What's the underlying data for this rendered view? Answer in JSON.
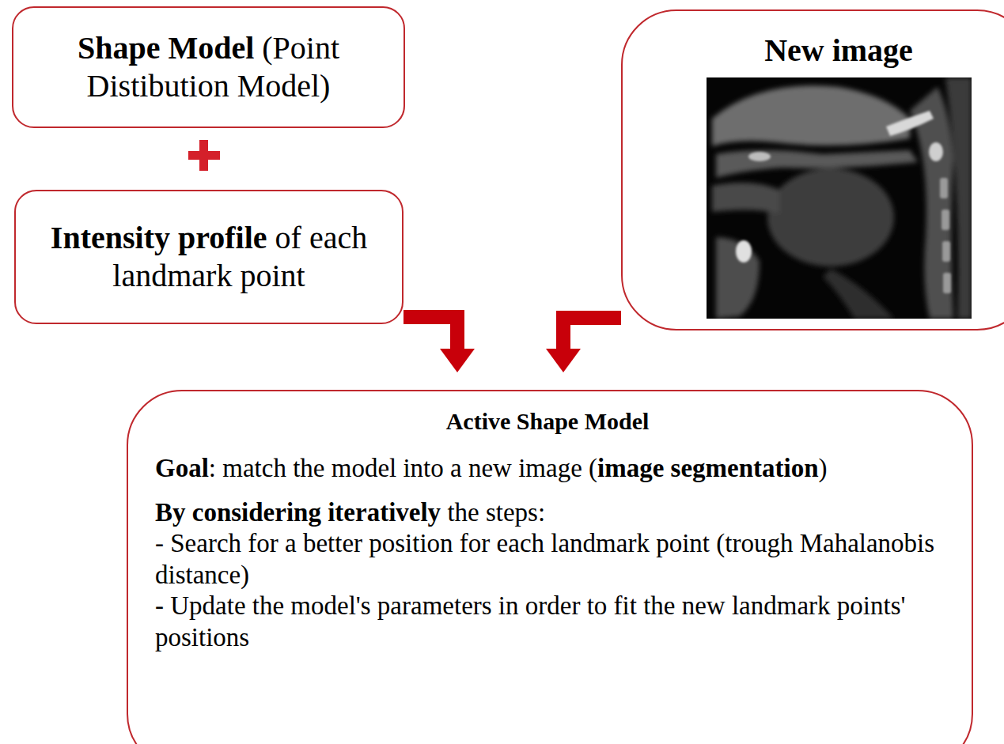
{
  "diagram": {
    "nodes": [
      {
        "text": [
          "Shape Model",
          "(Point Distibution Model)"
        ]
      },
      {
        "text": [
          "Intensity profile",
          "of each landmark point"
        ]
      },
      {
        "text": [
          "New image"
        ]
      },
      {
        "text": [
          "Active Shape Model",
          "Goal",
          ": match the model into a new image (",
          "image segmentation",
          ")",
          "By considering iteratively",
          "the steps:",
          "- Search for a better position for each landmark point (trough Mahalanobis distance)",
          "- Update the model's parameters in order to fit the new landmark points' positions"
        ]
      }
    ],
    "edges": [
      {
        "from": 1,
        "to": 3,
        "arrow": "to"
      },
      {
        "from": 2,
        "to": 3,
        "arrow": "to"
      }
    ]
  }
}
